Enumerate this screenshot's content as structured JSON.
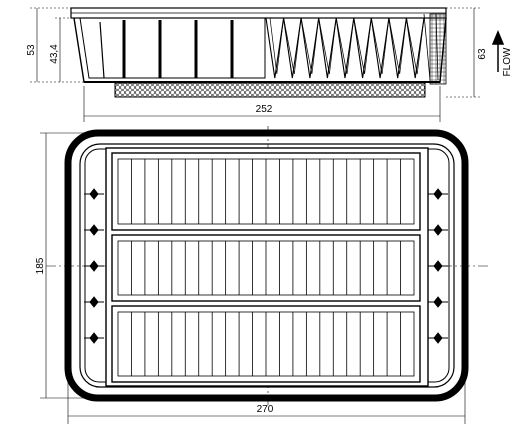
{
  "drawing": {
    "dimensions": {
      "side_height_outer": "53",
      "side_height_inner": "43,4",
      "side_height_right": "63",
      "side_length": "252",
      "plan_height": "185",
      "plan_width": "270"
    },
    "flow_label": "FLOW",
    "flow_arrow_icon": "arrow-up-icon",
    "plan_panels": 3,
    "pleats_per_panel": 22,
    "clips_per_side": 5
  }
}
